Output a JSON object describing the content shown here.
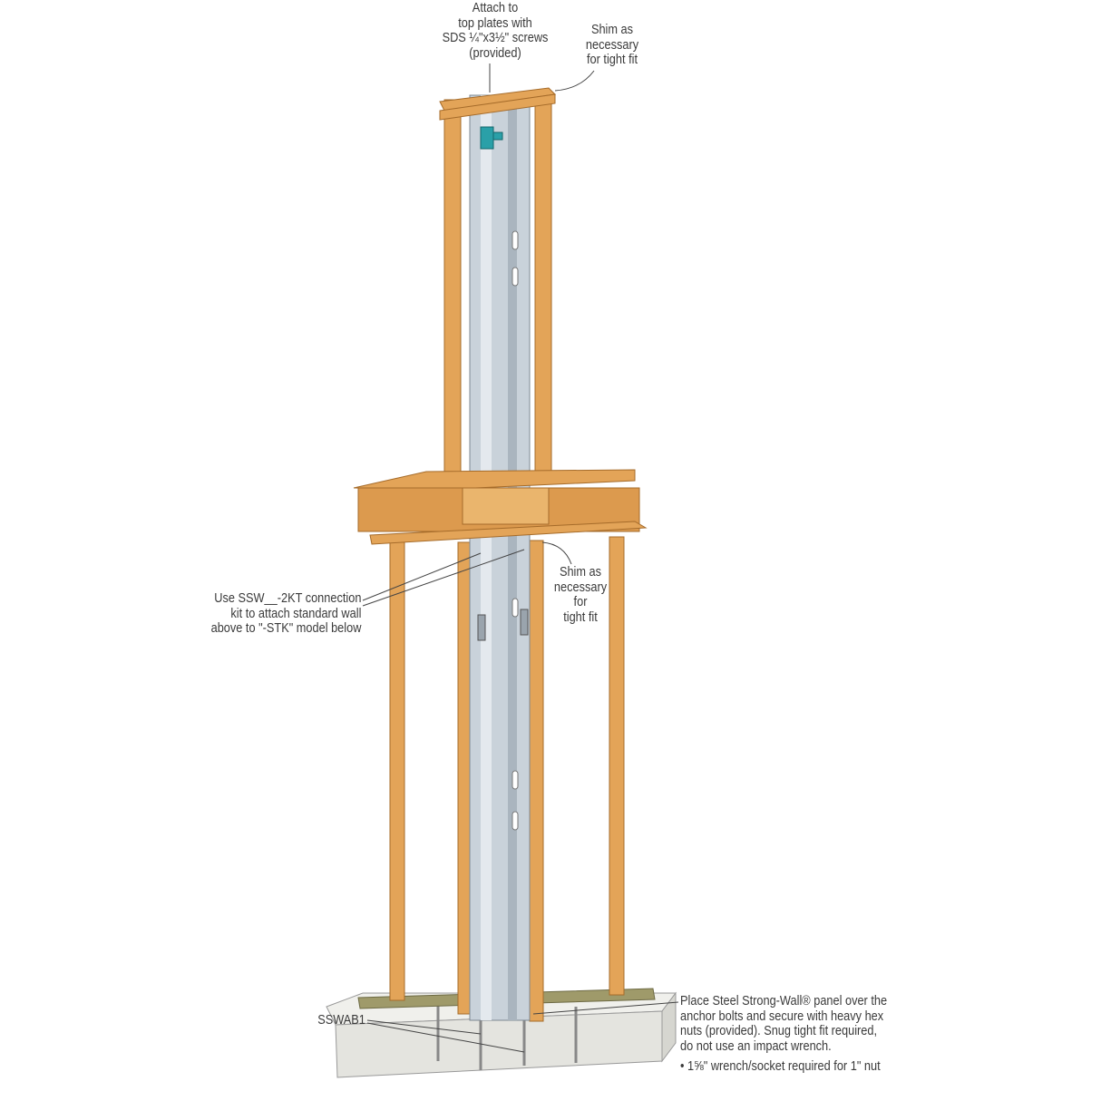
{
  "labels": {
    "top_attach": [
      "Attach to",
      "top plates with",
      "SDS ¼\"x3½\" screws",
      "(provided)"
    ],
    "top_shim": [
      "Shim as",
      "necessary",
      "for tight fit"
    ],
    "connection_kit": [
      "Use SSW__-2KT connection",
      "kit to attach standard wall",
      "above to \"-STK\" model below"
    ],
    "mid_shim": [
      "Shim as",
      "necessary",
      "for",
      "tight fit"
    ],
    "anchor_note": [
      "Place Steel Strong-Wall® panel over the",
      "anchor bolts and secure with heavy hex",
      "nuts (provided). Snug tight fit required,",
      "do not use an impact wrench."
    ],
    "wrench_note": "• 1⅝\" wrench/socket required for 1\" nut",
    "anchor_bolt": "SSWAB1"
  },
  "colors": {
    "wood": "#e3a458",
    "wood_dark": "#b97a35",
    "steel": "#c9d2da",
    "concrete": "#e6e6e2",
    "drill": "#2aa0a8"
  }
}
